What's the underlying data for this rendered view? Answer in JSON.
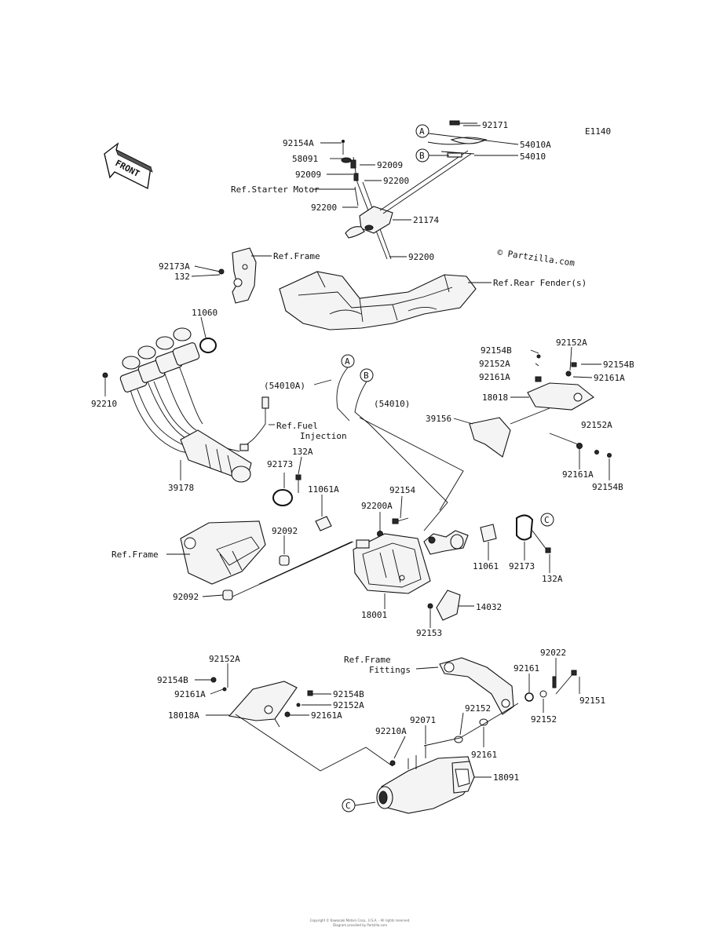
{
  "diagram_code": "E1140",
  "copyright": "© Partzilla.com",
  "front_label": "FRONT",
  "ref_labels": {
    "starter_motor": "Ref.Starter Motor",
    "frame_top": "Ref.Frame",
    "rear_fender": "Ref.Rear Fender(s)",
    "fuel_injection_1": "Ref.Fuel",
    "fuel_injection_2": "Injection",
    "frame_left": "Ref.Frame",
    "frame_fittings_1": "Ref.Frame",
    "frame_fittings_2": "Fittings"
  },
  "callout_letters": {
    "a": "A",
    "b": "B",
    "c": "C"
  },
  "part_labels": {
    "p92154A": "92154A",
    "p92171": "92171",
    "p54010A_top": "54010A",
    "p54010_top": "54010",
    "p58091": "58091",
    "p92009_r": "92009",
    "p92009_l": "92009",
    "p92200_r": "92200",
    "p92200_l": "92200",
    "p21174": "21174",
    "p92200_mid": "92200",
    "p92173A": "92173A",
    "p132_top": "132",
    "p11060": "11060",
    "p92154B_r": "92154B",
    "p92152A_r": "92152A",
    "p92154B_rr": "92154B",
    "p92152A_r2": "92152A",
    "p92161A_r": "92161A",
    "p92161A_rr": "92161A",
    "p18018": "18018",
    "p39156": "39156",
    "p92152A_r3": "92152A",
    "p92161A_r3": "92161A",
    "p92154B_r3": "92154B",
    "p92210": "92210",
    "p54010A_mid": "(54010A)",
    "p54010_mid": "(54010)",
    "p39178": "39178",
    "p132A_l": "132A",
    "p92173_l": "92173",
    "p11061A": "11061A",
    "p92200A": "92200A",
    "p92154": "92154",
    "p92092_a": "92092",
    "p92092_b": "92092",
    "p11061": "11061",
    "p92173_r": "92173",
    "p132A_r": "132A",
    "p18001": "18001",
    "p14032": "14032",
    "p92153": "92153",
    "p92152A_b": "92152A",
    "p92154B_b": "92154B",
    "p92161A_b": "92161A",
    "p18018A": "18018A",
    "p92154B_b2": "92154B",
    "p92152A_b2": "92152A",
    "p92161A_b2": "92161A",
    "p92022": "92022",
    "p92161_a": "92161",
    "p92151": "92151",
    "p92152_a": "92152",
    "p92152_b": "92152",
    "p92071": "92071",
    "p92210A": "92210A",
    "p92161_b": "92161",
    "p18091": "18091"
  },
  "footer_lines": [
    "Copyright © Kawasaki Motors Corp., U.S.A. · All rights reserved.",
    "Diagram provided by Partzilla.com"
  ]
}
